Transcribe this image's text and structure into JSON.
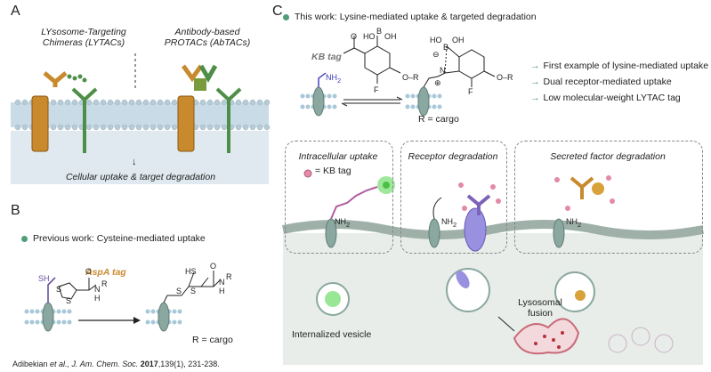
{
  "panel_a": {
    "letter": "A",
    "lytac_label_line1": "LYsosome-Targeting",
    "lytac_label_line2": "Chimeras (LYTACs)",
    "abtac_label_line1": "Antibody-based",
    "abtac_label_line2": "PROTACs (AbTACs)",
    "bottom_label": "Cellular uptake & target degradation",
    "arrow_glyph": "↓"
  },
  "panel_b": {
    "letter": "B",
    "previous_work": "Previous work: Cysteine-mediated uptake",
    "tag_label": "AspA tag",
    "sh": "SH",
    "s_left_1": "S",
    "s_left_2": "S",
    "o_left": "O",
    "n_left": "N",
    "h_left": "H",
    "r_left": "R",
    "hs": "HS",
    "s_right_1": "S",
    "s_right_2": "S",
    "o_right": "O",
    "n_right": "N",
    "h_right": "H",
    "r_right": "R",
    "r_cargo": "R = cargo",
    "citation_pre": "Adibekian ",
    "citation_etal": "et al., J. Am. Chem. Soc.",
    "citation_year": " 2017",
    "citation_post": ",139(1), 231-238."
  },
  "panel_c": {
    "letter": "C",
    "this_work": "This work: Lysine-mediated uptake & targeted degradation",
    "kb_tag": "KB tag",
    "nh2": "NH",
    "nh2_sub": "2",
    "ho_b_oh_left": "HO",
    "b_left": "B",
    "oh_left": "OH",
    "o_ketone": "O",
    "f_left": "F",
    "o_r_left": "O",
    "r_left": "R",
    "ho_b_oh_right": "HO",
    "b_right": "B",
    "oh_right": "OH",
    "n_right": "N",
    "minus": "⊖",
    "plus": "⊕",
    "f_right": "F",
    "o_r_right": "O",
    "r_right": "R",
    "r_cargo": "R = cargo",
    "features": [
      "First example of lysine-mediated uptake",
      "Dual receptor-mediated uptake",
      "Low molecular-weight LYTAC tag"
    ],
    "box1_title_line1": "Intracellular uptake",
    "box1_title_line2": "= KB tag",
    "box2_title": "Receptor degradation",
    "box3_title": "Secreted factor degradation",
    "nh2_box": "NH",
    "nh2_box_sub": "2",
    "internalized": "Internalized vesicle",
    "lysosomal_line1": "Lysosomal",
    "lysosomal_line2": "fusion"
  },
  "colors": {
    "accent_green": "#4f9d7a",
    "receptor_orange": "#c98a2e",
    "receptor_green": "#4e8f48",
    "cell_gray": "#c9d3cd",
    "ab_purple": "#7a63b8",
    "tag_pink": "#e38aa6",
    "glow_green": "#7fe07a",
    "membrane_blue": "#a8c8d8"
  }
}
